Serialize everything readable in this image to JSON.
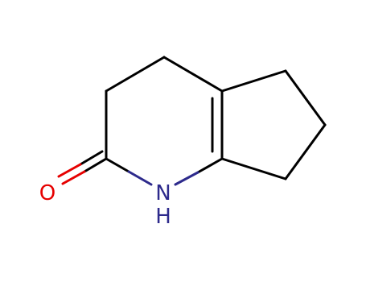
{
  "molecule": {
    "atoms": {
      "oxygen": {
        "symbol": "O",
        "color": "#e60000"
      },
      "nitrogen": {
        "symbol": "N",
        "color": "#2d2a8c"
      },
      "nitrogen_hydrogen": {
        "symbol": "H",
        "color": "#2d2a8c"
      }
    },
    "bond_color": "#000000"
  }
}
